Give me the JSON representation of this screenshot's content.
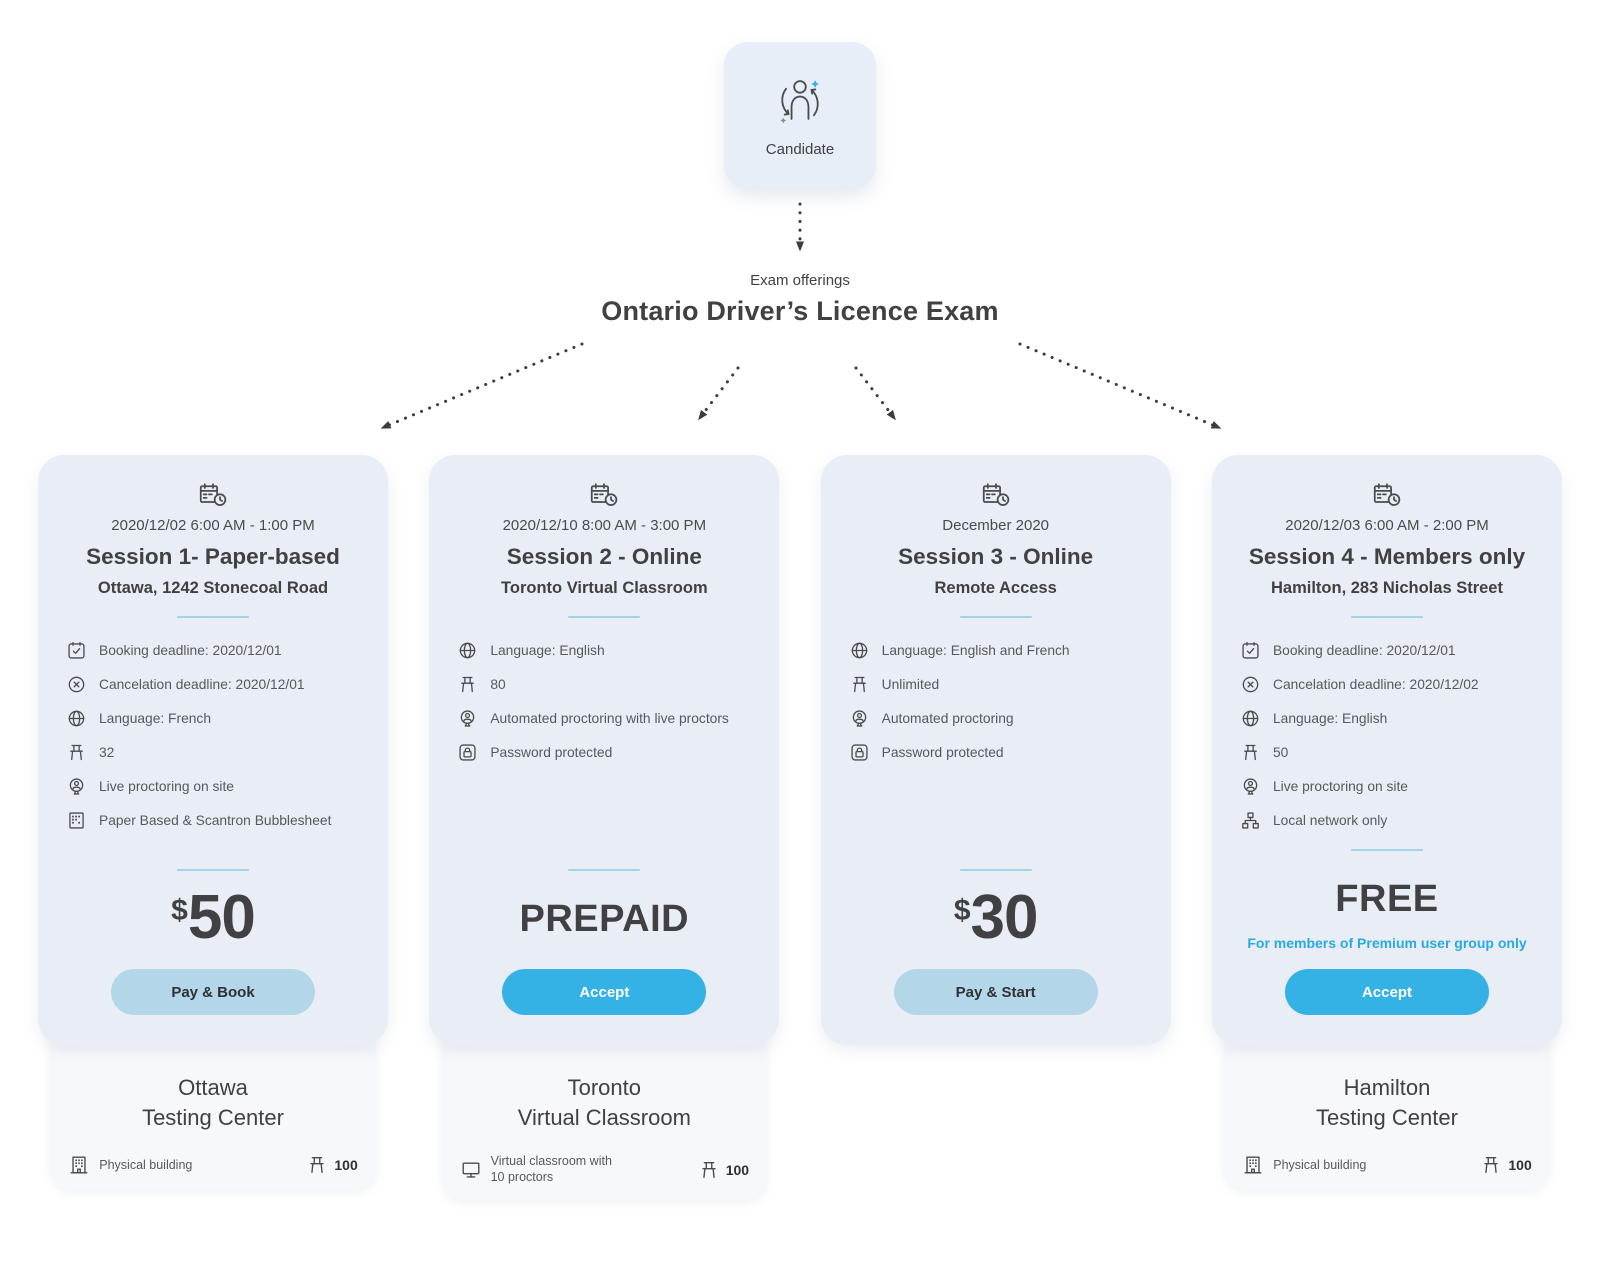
{
  "candidate": {
    "label": "Candidate",
    "icon": "person-icon"
  },
  "header": {
    "eyebrow": "Exam offerings",
    "title": "Ontario Driver’s Licence Exam"
  },
  "colors": {
    "accent": "#35b2e5",
    "card_bg": "#e9eef6",
    "venue_bg": "#f6f8fb",
    "light_button": "#b3d7e8",
    "divider": "#a5d2e6",
    "note_text": "#29a9e1",
    "ink": "#414042"
  },
  "sessions": [
    {
      "header_icon": "calendar-clock-icon",
      "datetime": "2020/12/02 6:00 AM - 1:00 PM",
      "title": "Session 1- Paper-based",
      "subtitle": "Ottawa, 1242 Stonecoal Road",
      "features": [
        {
          "icon": "calendar-check-icon",
          "text": "Booking deadline: 2020/12/01"
        },
        {
          "icon": "cancel-circle-icon",
          "text": "Cancelation deadline: 2020/12/01"
        },
        {
          "icon": "globe-icon",
          "text": "Language: French"
        },
        {
          "icon": "chair-icon",
          "text": "32"
        },
        {
          "icon": "proctor-camera-icon",
          "text": "Live proctoring on site"
        },
        {
          "icon": "scantron-icon",
          "text": "Paper Based & Scantron Bubblesheet"
        }
      ],
      "price": {
        "variant": "money",
        "currency": "$",
        "text": "50"
      },
      "button": {
        "label": "Pay & Book",
        "variant": "light"
      },
      "venue": {
        "line1": "Ottawa",
        "line2": "Testing Center",
        "icon": "building-icon",
        "type_text": "Physical building",
        "capacity_icon": "chair-icon",
        "capacity": "100"
      }
    },
    {
      "header_icon": "calendar-clock-icon",
      "datetime": "2020/12/10 8:00 AM - 3:00 PM",
      "title": "Session 2 - Online",
      "subtitle": "Toronto Virtual Classroom",
      "features": [
        {
          "icon": "globe-icon",
          "text": "Language: English"
        },
        {
          "icon": "chair-icon",
          "text": "80"
        },
        {
          "icon": "proctor-camera-icon",
          "text": "Automated proctoring with live proctors"
        },
        {
          "icon": "lock-icon",
          "text": "Password protected"
        }
      ],
      "price": {
        "variant": "label",
        "text": "PREPAID"
      },
      "button": {
        "label": "Accept",
        "variant": "solid"
      },
      "venue": {
        "line1": "Toronto",
        "line2": "Virtual Classroom",
        "icon": "monitor-icon",
        "type_text": "Virtual classroom with 10 proctors",
        "capacity_icon": "chair-icon",
        "capacity": "100"
      }
    },
    {
      "header_icon": "calendar-clock-icon",
      "datetime": "December 2020",
      "title": "Session 3 - Online",
      "subtitle": "Remote Access",
      "features": [
        {
          "icon": "globe-icon",
          "text": "Language: English and French"
        },
        {
          "icon": "chair-icon",
          "text": "Unlimited"
        },
        {
          "icon": "proctor-camera-icon",
          "text": "Automated proctoring"
        },
        {
          "icon": "lock-icon",
          "text": "Password protected"
        }
      ],
      "price": {
        "variant": "money",
        "currency": "$",
        "text": "30"
      },
      "button": {
        "label": "Pay & Start",
        "variant": "light"
      }
    },
    {
      "header_icon": "calendar-clock-icon",
      "datetime": "2020/12/03 6:00 AM - 2:00 PM",
      "title": "Session 4 - Members only",
      "subtitle": "Hamilton, 283 Nicholas Street",
      "features": [
        {
          "icon": "calendar-check-icon",
          "text": "Booking deadline: 2020/12/01"
        },
        {
          "icon": "cancel-circle-icon",
          "text": "Cancelation deadline: 2020/12/02"
        },
        {
          "icon": "globe-icon",
          "text": "Language: English"
        },
        {
          "icon": "chair-icon",
          "text": "50"
        },
        {
          "icon": "proctor-camera-icon",
          "text": "Live proctoring on site"
        },
        {
          "icon": "network-icon",
          "text": "Local network only"
        }
      ],
      "price": {
        "variant": "label",
        "text": "FREE"
      },
      "note": "For members of Premium user group only",
      "button": {
        "label": "Accept",
        "variant": "solid"
      },
      "venue": {
        "line1": "Hamilton",
        "line2": "Testing Center",
        "icon": "building-icon",
        "type_text": "Physical building",
        "capacity_icon": "chair-icon",
        "capacity": "100"
      }
    }
  ]
}
